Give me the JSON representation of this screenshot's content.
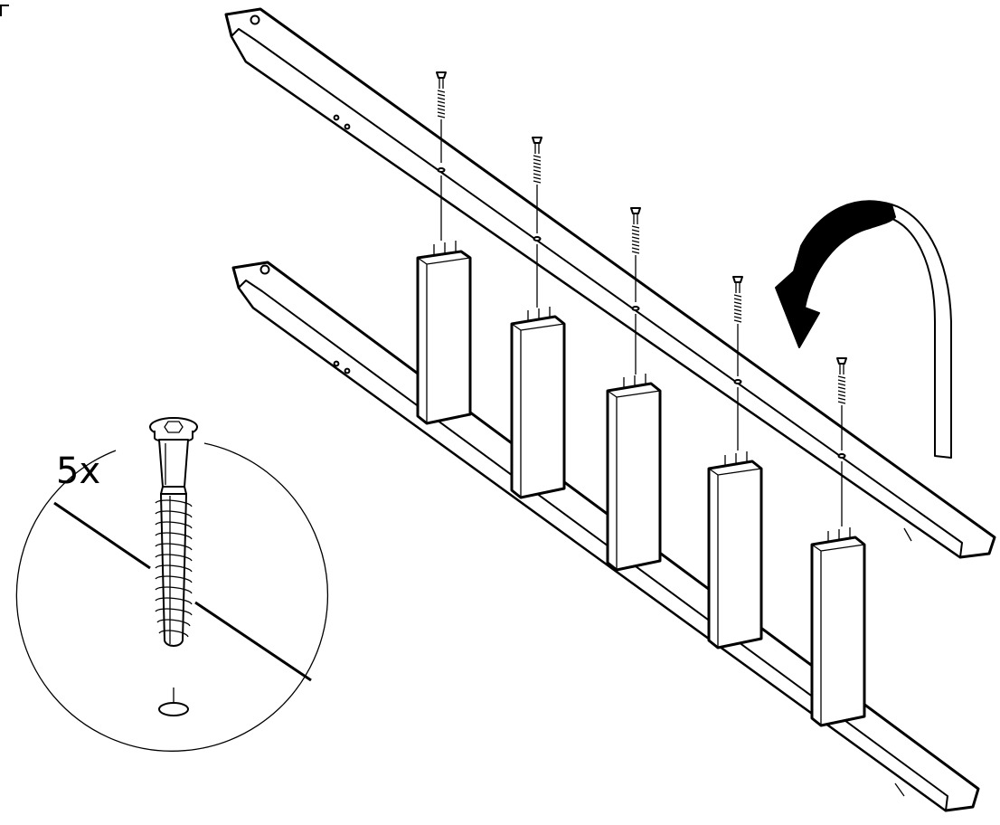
{
  "callout": {
    "quantity_label": "5x"
  },
  "parts": {
    "screw_count": 5,
    "post_count": 5
  },
  "colors": {
    "line": "#000000",
    "fill": "#ffffff"
  },
  "icons": {
    "screw": "screw-icon",
    "rotate_arrow": "curved-arrow-icon"
  }
}
